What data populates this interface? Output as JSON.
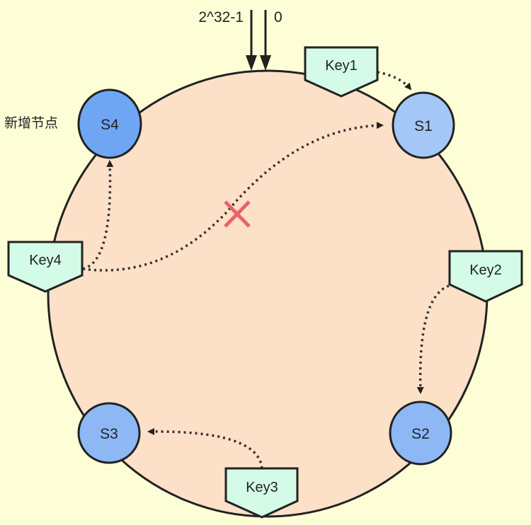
{
  "labels": {
    "max": "2^32-1",
    "zero": "0",
    "new_node": "新增节点",
    "removed_mark": "✕"
  },
  "nodes": [
    {
      "id": "S4",
      "label": "S4",
      "color": "#6fa6f4"
    },
    {
      "id": "S1",
      "label": "S1",
      "color": "#a4c7f8"
    },
    {
      "id": "S2",
      "label": "S2",
      "color": "#8db8f5"
    },
    {
      "id": "S3",
      "label": "S3",
      "color": "#8db8f5"
    }
  ],
  "keys": [
    {
      "id": "Key1",
      "label": "Key1"
    },
    {
      "id": "Key2",
      "label": "Key2"
    },
    {
      "id": "Key3",
      "label": "Key3"
    },
    {
      "id": "Key4",
      "label": "Key4"
    }
  ],
  "colors": {
    "background": "#fefed6",
    "ring": "#fde0c8",
    "key": "#d3fbe8",
    "cross": "#e8636a"
  }
}
